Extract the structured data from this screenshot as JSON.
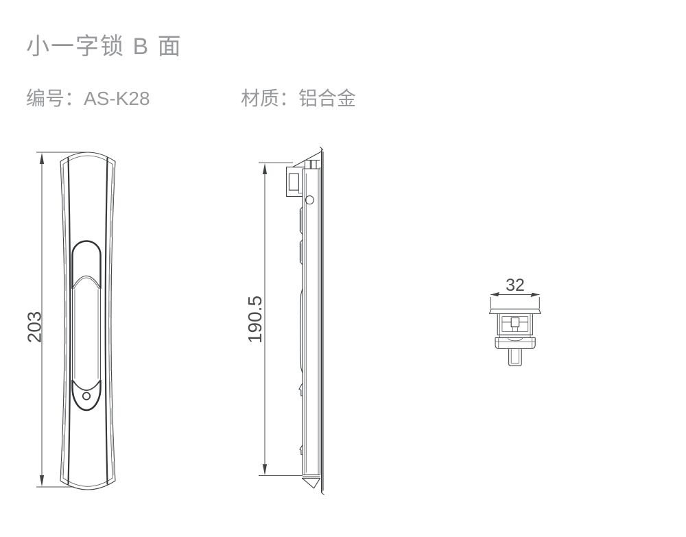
{
  "header": {
    "title": "小一字锁 B 面",
    "part_label": "编号：",
    "part_number": "AS-K28",
    "material_label": "材质：",
    "material": "铝合金"
  },
  "dimensions": {
    "front_height": "203",
    "side_height": "190.5",
    "cylinder_width": "32"
  },
  "colors": {
    "background": "#ffffff",
    "line": "#3e4245",
    "muted_text": "#96989b",
    "dimension_text": "#4b4d4f"
  }
}
